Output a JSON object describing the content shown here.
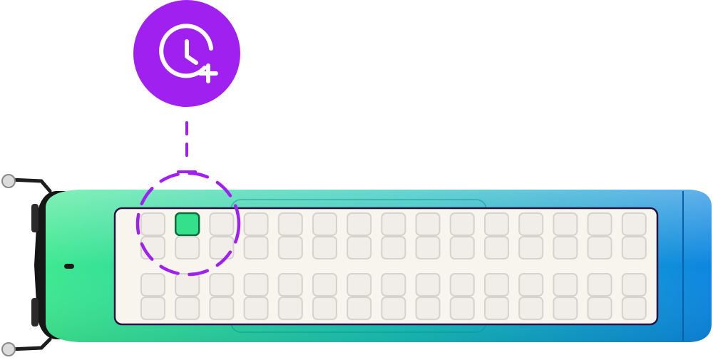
{
  "badge": {
    "icon": "clock-plus-icon",
    "color": "#a020f0",
    "icon_color": "#ffffff"
  },
  "bus": {
    "orientation": "top-down view",
    "body_gradient": [
      "#3ee890",
      "#17bdb8",
      "#0d86e0"
    ],
    "floor_color": "#f8f4ee",
    "outline_color": "#2a1240",
    "seat_color": "#f1ede8",
    "seat_border": "#d6d2cd",
    "selected_seat_color": "#34e08c",
    "selected_seat_border": "#0e6a3b",
    "highlight_ring_color": "#a020f0",
    "rows": 15,
    "lanes": 4,
    "seat_states": [
      [
        "available",
        "selected",
        "available",
        "available",
        "available",
        "available",
        "available",
        "available",
        "available",
        "available",
        "available",
        "available",
        "available",
        "available",
        "available"
      ],
      [
        "available",
        "available",
        "available",
        "available",
        "available",
        "available",
        "available",
        "available",
        "available",
        "available",
        "available",
        "available",
        "available",
        "available",
        "available"
      ],
      [
        "available",
        "available",
        "available",
        "available",
        "available",
        "available",
        "available",
        "available",
        "available",
        "available",
        "available",
        "available",
        "available",
        "available",
        "available"
      ],
      [
        "available",
        "available",
        "available",
        "available",
        "available",
        "available",
        "available",
        "available",
        "available",
        "available",
        "available",
        "available",
        "available",
        "available",
        "available"
      ]
    ]
  }
}
